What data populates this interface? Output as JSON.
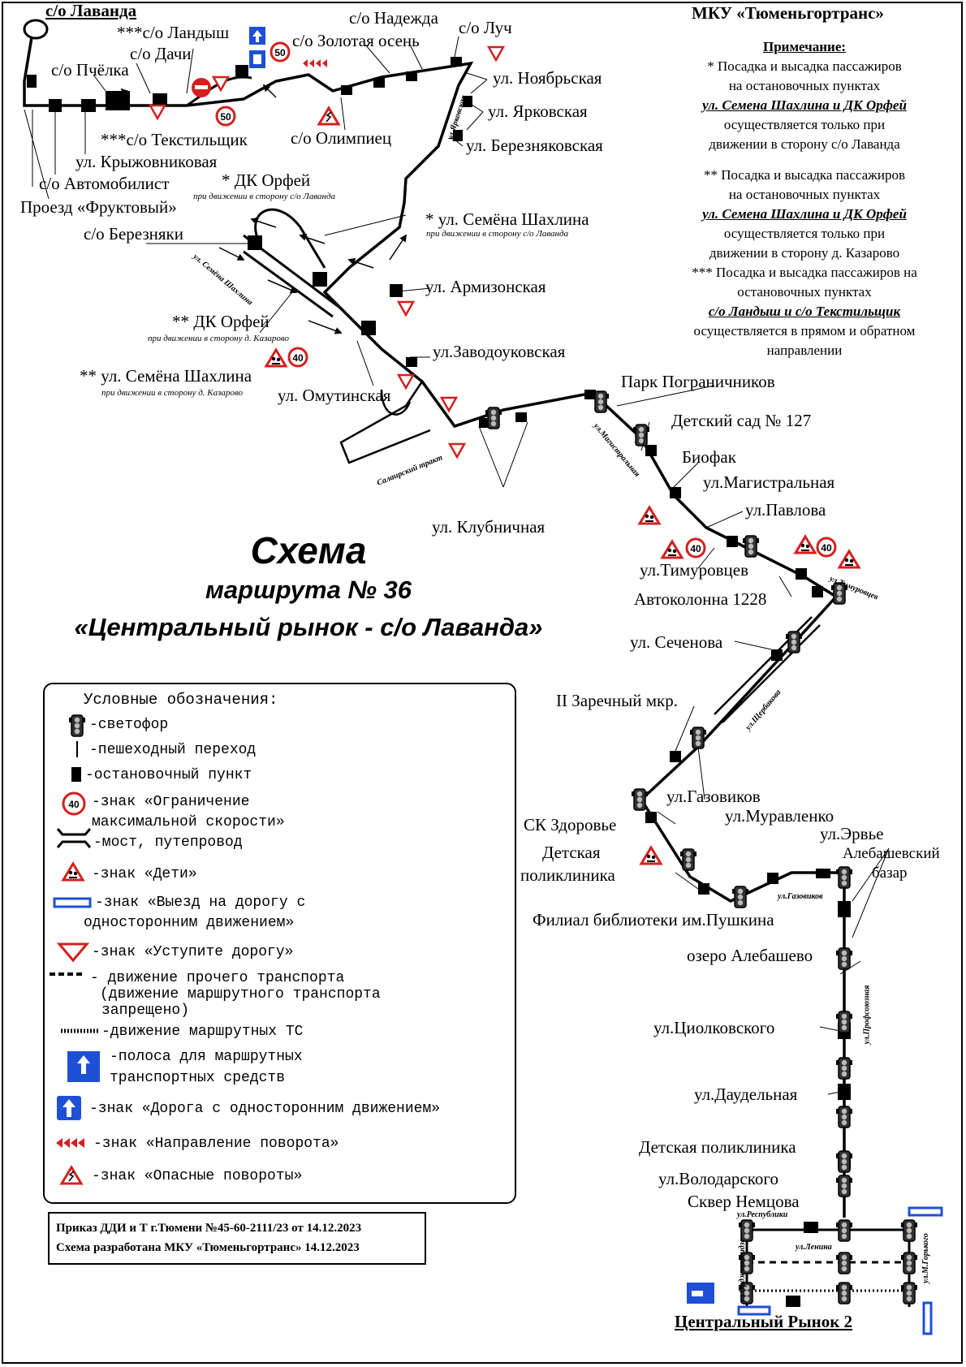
{
  "header": {
    "organization": "МКУ «Тюменьгортранс»",
    "remarks_title": "Примечание:",
    "remark1": [
      "* Посадка и высадка пассажиров",
      "на остановочных пунктах"
    ],
    "remark1_stops": "ул. Семена Шахлина и ДК Орфей",
    "remark1_tail": [
      "осуществляется только при",
      "движении в сторону с/о Лаванда"
    ],
    "remark2": [
      "** Посадка и высадка пассажиров",
      "на остановочных пунктах"
    ],
    "remark2_stops": "ул. Семена Шахлина и ДК Орфей",
    "remark2_tail": [
      "осуществляется только при",
      "движении в сторону д. Казарово"
    ],
    "remark3": [
      "*** Посадка и высадка пассажиров на",
      "остановочных пунктах"
    ],
    "remark3_stops": "с/о Ландыш и с/о Текстильщик",
    "remark3_tail": [
      "осуществляется в прямом и обратном",
      "направлении"
    ]
  },
  "title": {
    "line1": "Схема",
    "line2": "маршрута № 36",
    "line3": "«Центральный рынок - с/о Лаванда»"
  },
  "stops": {
    "lavanda": "с/о Лаванда",
    "landysh": "***с/о Ландыш",
    "dachi": "с/о Дачи",
    "nadezhda": "с/о Надежда",
    "zolotaya_osen": "с/о Золотая осень",
    "luch": "с/о Луч",
    "pchelka": "с/о Пчёлка",
    "noyabrskaya": "ул. Ноябрьская",
    "yarkovskaya": "ул. Ярковская",
    "tekstilshchik": "***с/о Текстильщик",
    "olimpiets": "с/о Олимпиец",
    "bereznyakovskaya": "ул. Березняковская",
    "kryzhovnikovaya": "ул. Крыжовниковая",
    "avtomobilist": "с/о Автомобилист",
    "fruktovy": "Проезд «Фруктовый»",
    "dk_orfey_1": "* ДК Орфей",
    "dk_orfey_1_note": "при движении в сторону с/о Лаванда",
    "shakhlina_1": "* ул. Семёна Шахлина",
    "shakhlina_1_note": "при движении в сторону с/о Лаванда",
    "berezniaki": "с/о Березняки",
    "armizonskaya": "ул. Армизонская",
    "dk_orfey_2": "** ДК Орфей",
    "dk_orfey_2_note": "при движении в сторону д. Казарово",
    "zavodoukovskaya": "ул.Заводоуковская",
    "shakhlina_2": "** ул. Семёна Шахлина",
    "shakhlina_2_note": "при движении в сторону д. Казарово",
    "omutinskaya": "ул. Омутинская",
    "park_pogranichnikov": "Парк Пограничников",
    "detsky_sad": "Детский сад № 127",
    "biofak": "Биофак",
    "magistralnaya": "ул.Магистральная",
    "klubnichnaya": "ул. Клубничная",
    "pavlova": "ул.Павлова",
    "timurovtsev": "ул.Тимуровцев",
    "avtokolonna": "Автоколонна 1228",
    "sechenova": "ул. Сеченова",
    "zarechny": "II Заречный мкр.",
    "gazovikov": "ул.Газовиков",
    "sk_zdorovie": "СК Здоровье",
    "muravlenko": "ул.Муравленко",
    "ervie": "ул.Эрвье",
    "alebashevsky_1": "Алебашевский",
    "alebashevsky_2": "базар",
    "det_poliklinika_1a": "Детская",
    "det_poliklinika_1b": "поликлиника",
    "filial": "Филиал библиотеки им.Пушкина",
    "ozero": "озеро Алебашево",
    "tsiolkovskogo": "ул.Циолковского",
    "daudelnaya": "ул.Даудельная",
    "det_poliklinika_2": "Детская поликлиника",
    "volodarskogo": "ул.Володарского",
    "skver": "Сквер Немцова",
    "central_market": "Центральный Рынок 2"
  },
  "streets": {
    "yarkovskaya": "ул.Ярковская",
    "shakhlina": "ул. Семёна Шахлина",
    "salairsky": "Салаирский тракт",
    "magistralnaya": "ул.Магистральная",
    "timurovtsev": "ул.Тимуровцев",
    "sherbakova": "ул.Щербакова",
    "gazovikov": "ул.Газовиков",
    "professionalnaya": "ул.Профсоюзная",
    "respubliki": "ул.Республики",
    "lenina": "ул.Ленина",
    "ordzhonikidze": "ул.Орджоникидзе",
    "m_gorkogo": "ул.М.Горького"
  },
  "speed_limits": [
    "50",
    "50",
    "40",
    "40",
    "40"
  ],
  "colors": {
    "accent_blue": "#1f4fd6",
    "sign_red": "#d41f1f",
    "line": "#000000"
  },
  "legend": {
    "heading": "Условные обозначения:",
    "items": [
      {
        "icon": "traffic-light-icon",
        "text": [
          "-светофор"
        ]
      },
      {
        "icon": "crosswalk-icon",
        "text": [
          "-пешеходный переход"
        ]
      },
      {
        "icon": "bus-stop-icon",
        "text": [
          "-остановочный пункт"
        ]
      },
      {
        "icon": "speed-limit-icon",
        "value": "40",
        "text": [
          "-знак «Ограничение",
          "максимальной скорости»"
        ]
      },
      {
        "icon": "bridge-icon",
        "text": [
          "-мост, путепровод"
        ]
      },
      {
        "icon": "children-sign-icon",
        "text": [
          "-знак «Дети»"
        ]
      },
      {
        "icon": "one-way-exit-icon",
        "text": [
          "-знак «Выезд на дорогу с",
          "односторонним движением»"
        ]
      },
      {
        "icon": "yield-sign-icon",
        "text": [
          "-знак «Уступите дорогу»"
        ]
      },
      {
        "icon": "dashed-line-icon",
        "text": [
          "- движение прочего транспорта",
          "(движение маршрутного транспорта",
          "запрещено)"
        ]
      },
      {
        "icon": "route-line-icon",
        "text": [
          "-движение маршрутных ТС"
        ]
      },
      {
        "icon": "bus-lane-icon",
        "text": [
          "-полоса для маршрутных",
          "транспортных средств"
        ]
      },
      {
        "icon": "one-way-road-icon",
        "text": [
          "-знак «Дорога с односторонним движением»"
        ]
      },
      {
        "icon": "turn-direction-icon",
        "text": [
          "-знак «Направление поворота»"
        ]
      },
      {
        "icon": "dangerous-turns-icon",
        "text": [
          "-знак «Опасные повороты»"
        ]
      }
    ]
  },
  "footer": {
    "order": "Приказ ДДИ и Т г.Тюмени №45-60-2111/23 от 14.12.2023",
    "developed": "Схема разработана МКУ «Тюменьгортранс» 14.12.2023"
  }
}
